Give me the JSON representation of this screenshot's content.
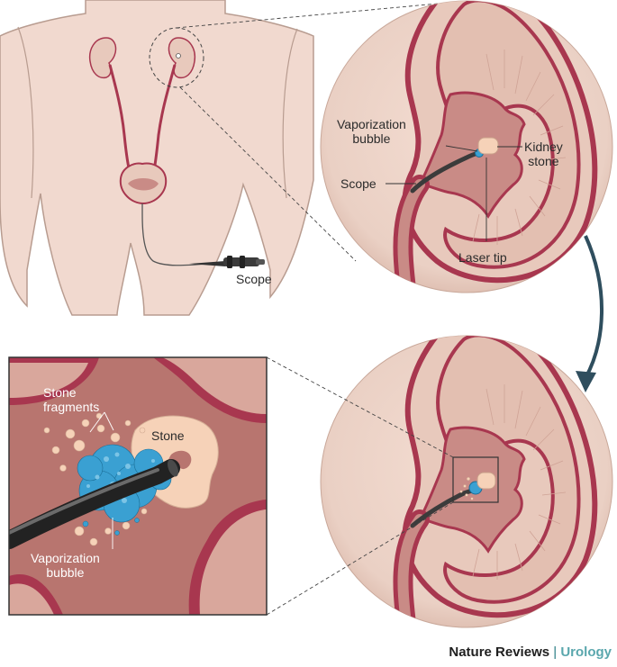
{
  "figure": {
    "labels": {
      "scope_body": "Scope",
      "vaporization_bubble_top": "Vaporization\nbubble",
      "kidney_stone": "Kidney\nstone",
      "scope_kidney_top": "Scope",
      "laser_tip": "Laser tip",
      "stone_fragments": "Stone\nfragments",
      "stone": "Stone",
      "vaporization_bubble_zoom": "Vaporization\nbubble"
    },
    "credit": {
      "journal": "Nature Reviews",
      "separator": "|",
      "section": "Urology"
    },
    "colors": {
      "skin": "#f1d9cf",
      "skin_outline": "#b89c90",
      "kidney_wall": "#a8374f",
      "kidney_tissue": "#c98b86",
      "bubble": "#3aa0d2",
      "stone": "#f6d2b8",
      "scope": "#3b3b3b",
      "arrow": "#2f4e5e",
      "credit_accent": "#5aa7ad"
    }
  }
}
